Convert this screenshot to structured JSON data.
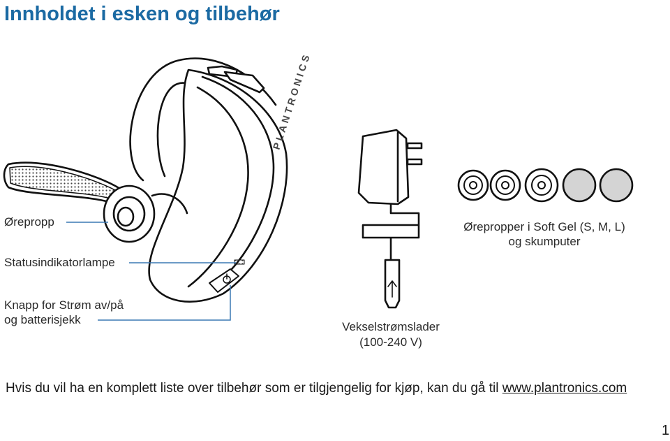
{
  "title": "Innholdet i esken og tilbehør",
  "labels": {
    "earbud": "Ørepropp",
    "status_light": "Statusindikatorlampe",
    "power_line1": "Knapp for Strøm av/på",
    "power_line2": "og batterisjekk",
    "charger_line1": "Vekselstrømslader",
    "charger_line2": "(100-240 V)",
    "eartips_line1": "Ørepropper i Soft Gel (S, M, L)",
    "eartips_line2": "og skumputer"
  },
  "brand_text": "PLANTRONICS",
  "footer": {
    "text": "Hvis du vil ha en komplett liste over tilbehør som er tilgjengelig for kjøp, kan du gå til ",
    "link": "www.plantronics.com"
  },
  "page_number": "1",
  "colors": {
    "accent": "#1b6aa3",
    "leader_line": "#3a78b4"
  }
}
